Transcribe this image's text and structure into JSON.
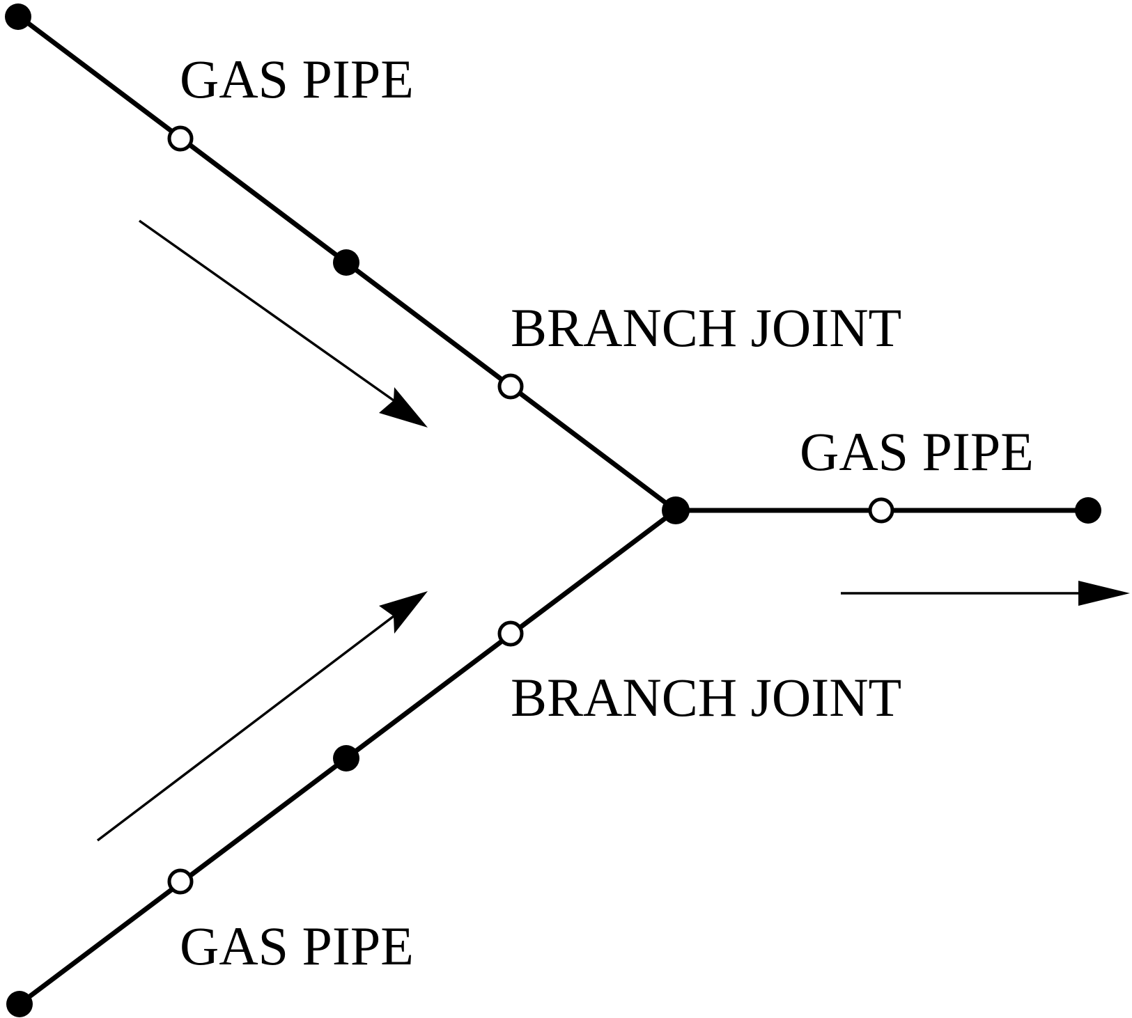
{
  "labels": {
    "upper_gas_pipe": "GAS PIPE",
    "upper_branch_joint": "BRANCH JOINT",
    "right_gas_pipe": "GAS PIPE",
    "lower_branch_joint": "BRANCH JOINT",
    "lower_gas_pipe": "GAS PIPE"
  },
  "colors": {
    "line": "#000000",
    "background": "#ffffff"
  }
}
